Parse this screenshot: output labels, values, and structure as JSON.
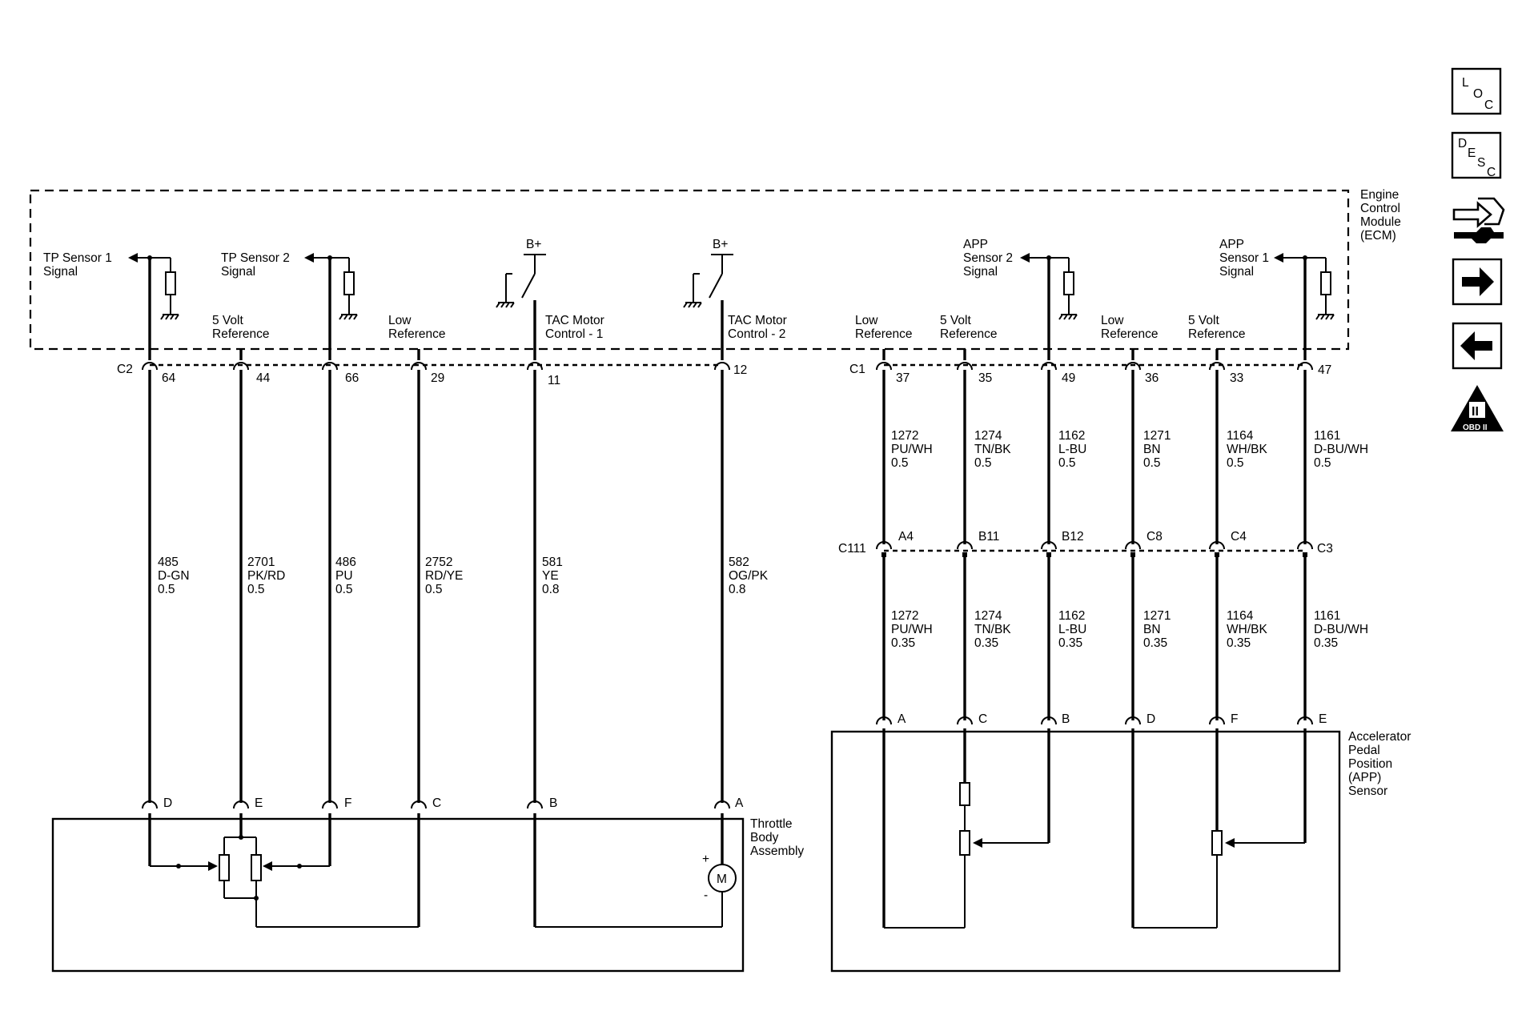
{
  "ecm": {
    "label": [
      "Engine",
      "Control",
      "Module",
      "(ECM)"
    ],
    "outputs": {
      "tp1": [
        "TP Sensor 1",
        "Signal"
      ],
      "tp2": [
        "TP Sensor 2",
        "Signal"
      ],
      "app2": [
        "APP",
        "Sensor 2",
        "Signal"
      ],
      "app1": [
        "APP",
        "Sensor 1",
        "Signal"
      ]
    },
    "bplus": "B+",
    "circuit_labels": {
      "c44": [
        "5 Volt",
        "Reference"
      ],
      "c29": [
        "Low",
        "Reference"
      ],
      "c11": [
        "TAC Motor",
        "Control - 1"
      ],
      "c12": [
        "TAC Motor",
        "Control - 2"
      ],
      "c37": [
        "Low",
        "Reference"
      ],
      "c35": [
        "5 Volt",
        "Reference"
      ],
      "c36": [
        "Low",
        "Reference"
      ],
      "c33": [
        "5 Volt",
        "Reference"
      ]
    }
  },
  "connectors": {
    "c2": "C2",
    "c1": "C1",
    "c111": "C111"
  },
  "ecm_pins": {
    "p64": "64",
    "p44": "44",
    "p66": "66",
    "p29": "29",
    "p11": "11",
    "p12": "12",
    "p37": "37",
    "p35": "35",
    "p49": "49",
    "p36": "36",
    "p33": "33",
    "p47": "47"
  },
  "c111_pins": {
    "a4": "A4",
    "b11": "B11",
    "b12": "B12",
    "c8": "C8",
    "c4": "C4",
    "c3": "C3"
  },
  "wires_throttle": {
    "w64": [
      "485",
      "D-GN",
      "0.5"
    ],
    "w44": [
      "2701",
      "PK/RD",
      "0.5"
    ],
    "w66": [
      "486",
      "PU",
      "0.5"
    ],
    "w29": [
      "2752",
      "RD/YE",
      "0.5"
    ],
    "w11": [
      "581",
      "YE",
      "0.8"
    ],
    "w12": [
      "582",
      "OG/PK",
      "0.8"
    ]
  },
  "wires_app_upper": {
    "w37": [
      "1272",
      "PU/WH",
      "0.5"
    ],
    "w35": [
      "1274",
      "TN/BK",
      "0.5"
    ],
    "w49": [
      "1162",
      "L-BU",
      "0.5"
    ],
    "w36": [
      "1271",
      "BN",
      "0.5"
    ],
    "w33": [
      "1164",
      "WH/BK",
      "0.5"
    ],
    "w47": [
      "1161",
      "D-BU/WH",
      "0.5"
    ]
  },
  "wires_app_lower": {
    "w37": [
      "1272",
      "PU/WH",
      "0.35"
    ],
    "w35": [
      "1274",
      "TN/BK",
      "0.35"
    ],
    "w49": [
      "1162",
      "L-BU",
      "0.35"
    ],
    "w36": [
      "1271",
      "BN",
      "0.35"
    ],
    "w33": [
      "1164",
      "WH/BK",
      "0.35"
    ],
    "w47": [
      "1161",
      "D-BU/WH",
      "0.35"
    ]
  },
  "throttle_body": {
    "label": [
      "Throttle",
      "Body",
      "Assembly"
    ],
    "pins": {
      "d": "D",
      "e": "E",
      "f": "F",
      "c": "C",
      "b": "B",
      "a": "A"
    },
    "motor": "M",
    "plus": "+",
    "minus": "-"
  },
  "app_sensor": {
    "label": [
      "Accelerator",
      "Pedal",
      "Position",
      "(APP)",
      "Sensor"
    ],
    "pins": {
      "a": "A",
      "c": "C",
      "b": "B",
      "d": "D",
      "f": "F",
      "e": "E"
    }
  },
  "nav_icons": {
    "loc": [
      "L",
      "O",
      "C"
    ],
    "desc": [
      "D",
      "E",
      "S",
      "C"
    ],
    "obd": [
      "II",
      "OBD II"
    ],
    "icon_names": [
      "loc-icon",
      "desc-icon",
      "connector-wrench-icon",
      "arrow-right-icon",
      "arrow-left-icon",
      "obd-ii-icon"
    ]
  }
}
